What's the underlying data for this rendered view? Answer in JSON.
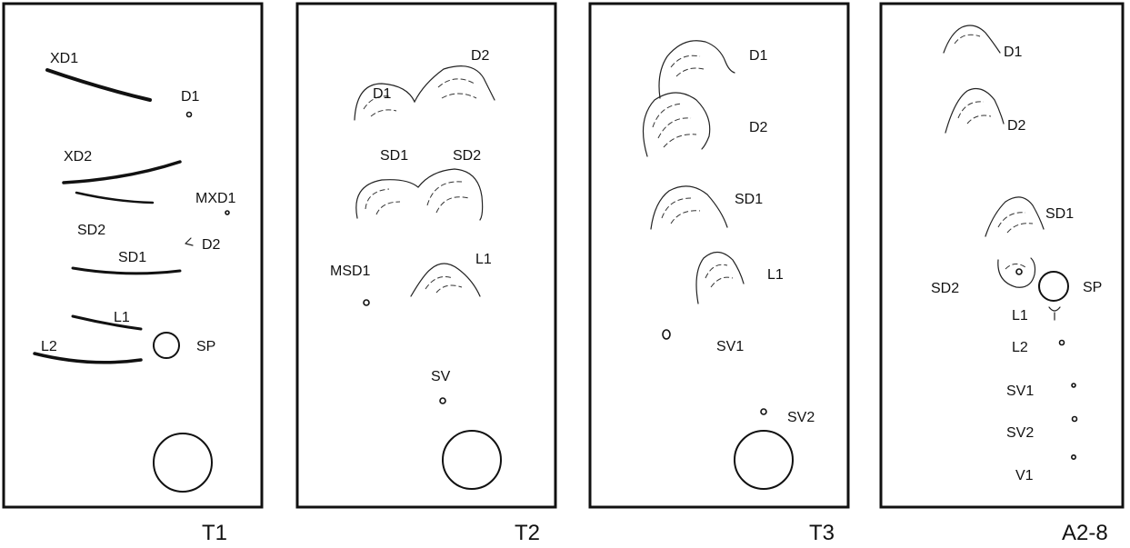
{
  "panels": [
    {
      "caption": "T1",
      "labels": [
        "XD1",
        "D1",
        "XD2",
        "MXD1",
        "SD2",
        "D2",
        "SD1",
        "L1",
        "L2",
        "SP"
      ]
    },
    {
      "caption": "T2",
      "labels": [
        "D1",
        "D2",
        "SD1",
        "SD2",
        "MSD1",
        "L1",
        "SV"
      ]
    },
    {
      "caption": "T3",
      "labels": [
        "D1",
        "D2",
        "SD1",
        "L1",
        "SV1",
        "SV2"
      ]
    },
    {
      "caption": "A2-8",
      "labels": [
        "D1",
        "D2",
        "SD1",
        "SD2",
        "SP",
        "L1",
        "L2",
        "SV1",
        "SV2",
        "V1"
      ]
    }
  ]
}
